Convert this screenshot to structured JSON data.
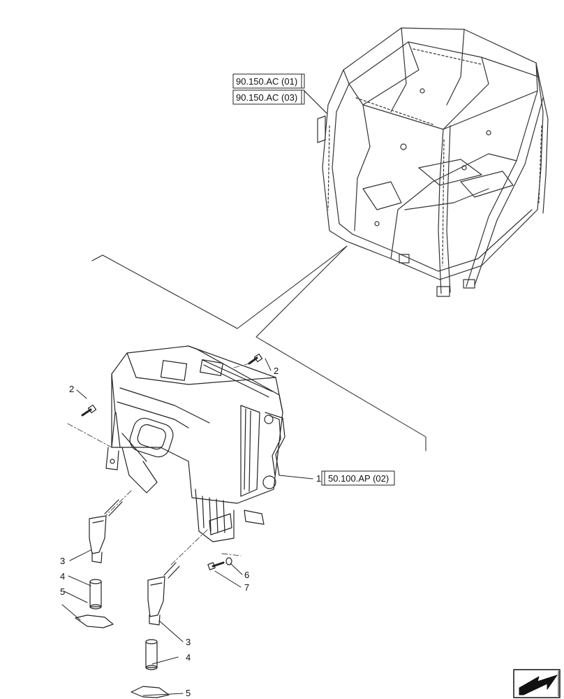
{
  "refs": {
    "cab_ref_1": "90.150.AC (01)",
    "cab_ref_2": "90.150.AC (03)",
    "hvac_ref": "50.100.AP (02)"
  },
  "callouts": {
    "c1": "1",
    "c2_top": "2",
    "c2_left": "2",
    "c3_left": "3",
    "c4_left": "4",
    "c5_left": "5",
    "c3_bottom": "3",
    "c4_bottom": "4",
    "c5_bottom": "5",
    "c6": "6",
    "c7": "7"
  },
  "icons": {
    "nav": "arrow-left-down-icon"
  }
}
